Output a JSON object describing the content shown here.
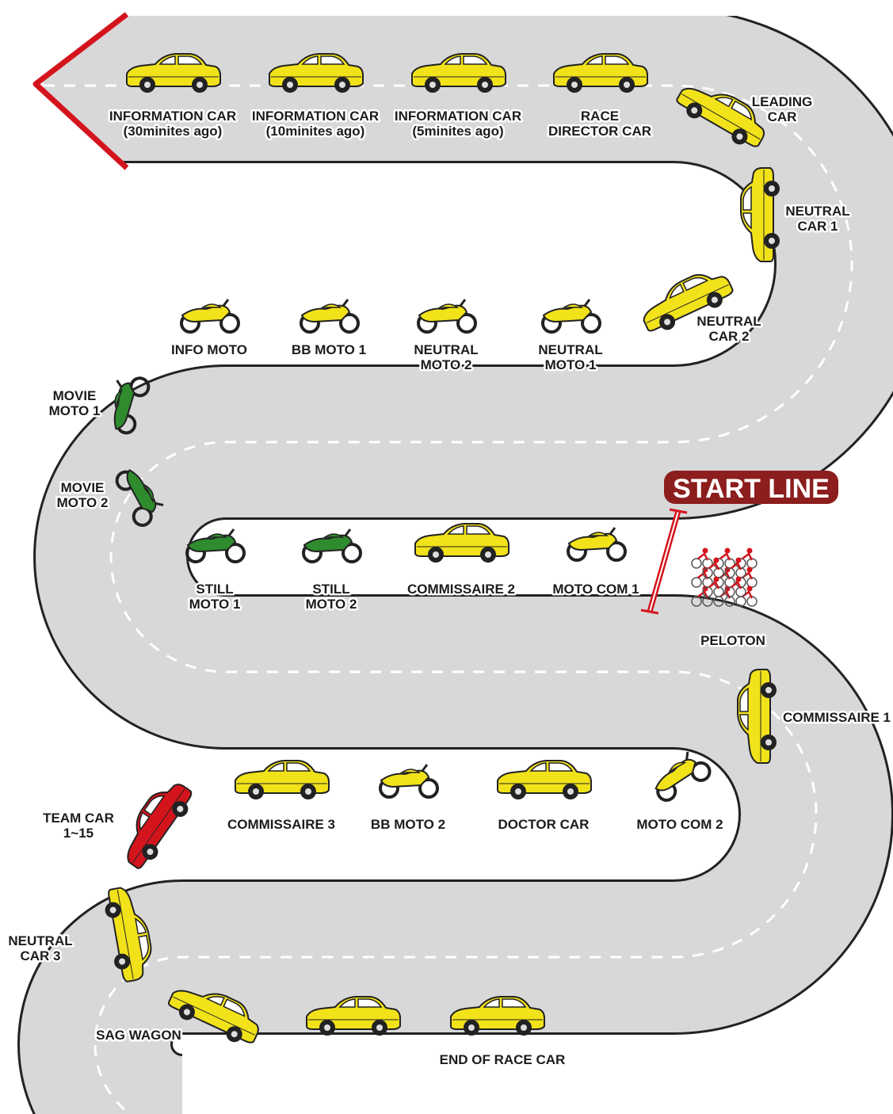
{
  "start_line": {
    "label": "START LINE"
  },
  "colors": {
    "road": "#d8d8d8",
    "road_edge": "#222222",
    "vehicle_yellow": "#f2e21a",
    "moto_green": "#2e8b2e",
    "team_car_red": "#d4141c",
    "peloton_red": "#d4141c",
    "start_banner": "#8c1e1e",
    "finish_marker": "#d4141c"
  },
  "vehicles": [
    {
      "id": "information-car-30",
      "type": "car",
      "color": "yellow",
      "label": [
        "INFORMATION CAR",
        "(30minites ago)"
      ]
    },
    {
      "id": "information-car-10",
      "type": "car",
      "color": "yellow",
      "label": [
        "INFORMATION CAR",
        "(10minites ago)"
      ]
    },
    {
      "id": "information-car-5",
      "type": "car",
      "color": "yellow",
      "label": [
        "INFORMATION CAR",
        "(5minites ago)"
      ]
    },
    {
      "id": "race-director-car",
      "type": "car",
      "color": "yellow",
      "label": [
        "RACE",
        "DIRECTOR CAR"
      ]
    },
    {
      "id": "leading-car",
      "type": "car",
      "color": "yellow",
      "label": [
        "LEADING",
        "CAR"
      ]
    },
    {
      "id": "neutral-car-1",
      "type": "car",
      "color": "yellow",
      "label": [
        "NEUTRAL",
        "CAR 1"
      ]
    },
    {
      "id": "neutral-car-2",
      "type": "car",
      "color": "yellow",
      "label": [
        "NEUTRAL",
        "CAR 2"
      ]
    },
    {
      "id": "neutral-moto-1",
      "type": "moto",
      "color": "yellow",
      "label": [
        "NEUTRAL",
        "MOTO 1"
      ]
    },
    {
      "id": "neutral-moto-2",
      "type": "moto",
      "color": "yellow",
      "label": [
        "NEUTRAL",
        "MOTO 2"
      ]
    },
    {
      "id": "bb-moto-1",
      "type": "moto",
      "color": "yellow",
      "label": [
        "BB MOTO 1"
      ]
    },
    {
      "id": "info-moto",
      "type": "moto",
      "color": "yellow",
      "label": [
        "INFO MOTO"
      ]
    },
    {
      "id": "movie-moto-1",
      "type": "moto",
      "color": "green",
      "label": [
        "MOVIE",
        "MOTO 1"
      ]
    },
    {
      "id": "movie-moto-2",
      "type": "moto",
      "color": "green",
      "label": [
        "MOVIE",
        "MOTO 2"
      ]
    },
    {
      "id": "still-moto-1",
      "type": "moto",
      "color": "green",
      "label": [
        "STILL",
        "MOTO 1"
      ]
    },
    {
      "id": "still-moto-2",
      "type": "moto",
      "color": "green",
      "label": [
        "STILL",
        "MOTO 2"
      ]
    },
    {
      "id": "commissaire-2",
      "type": "car",
      "color": "yellow",
      "label": [
        "COMMISSAIRE 2"
      ]
    },
    {
      "id": "moto-com-1",
      "type": "moto",
      "color": "yellow",
      "label": [
        "MOTO COM 1"
      ]
    },
    {
      "id": "peloton",
      "type": "peloton",
      "color": "red",
      "label": [
        "PELOTON"
      ]
    },
    {
      "id": "commissaire-1",
      "type": "car",
      "color": "yellow",
      "label": [
        "COMMISSAIRE 1"
      ]
    },
    {
      "id": "moto-com-2",
      "type": "moto",
      "color": "yellow",
      "label": [
        "MOTO COM 2"
      ]
    },
    {
      "id": "doctor-car",
      "type": "car",
      "color": "yellow",
      "label": [
        "DOCTOR CAR"
      ]
    },
    {
      "id": "bb-moto-2",
      "type": "moto",
      "color": "yellow",
      "label": [
        "BB MOTO 2"
      ]
    },
    {
      "id": "commissaire-3",
      "type": "car",
      "color": "yellow",
      "label": [
        "COMMISSAIRE 3"
      ]
    },
    {
      "id": "team-car",
      "type": "car",
      "color": "red",
      "label": [
        "TEAM CAR",
        "1~15"
      ]
    },
    {
      "id": "neutral-car-3",
      "type": "car",
      "color": "yellow",
      "label": [
        "NEUTRAL",
        "CAR 3"
      ]
    },
    {
      "id": "sag-wagon",
      "type": "car",
      "color": "yellow",
      "label": [
        "SAG WAGON"
      ]
    },
    {
      "id": "race-car-unlabeled",
      "type": "car",
      "color": "yellow",
      "label": []
    },
    {
      "id": "end-of-race-car",
      "type": "car",
      "color": "yellow",
      "label": [
        "END OF RACE CAR"
      ]
    }
  ]
}
